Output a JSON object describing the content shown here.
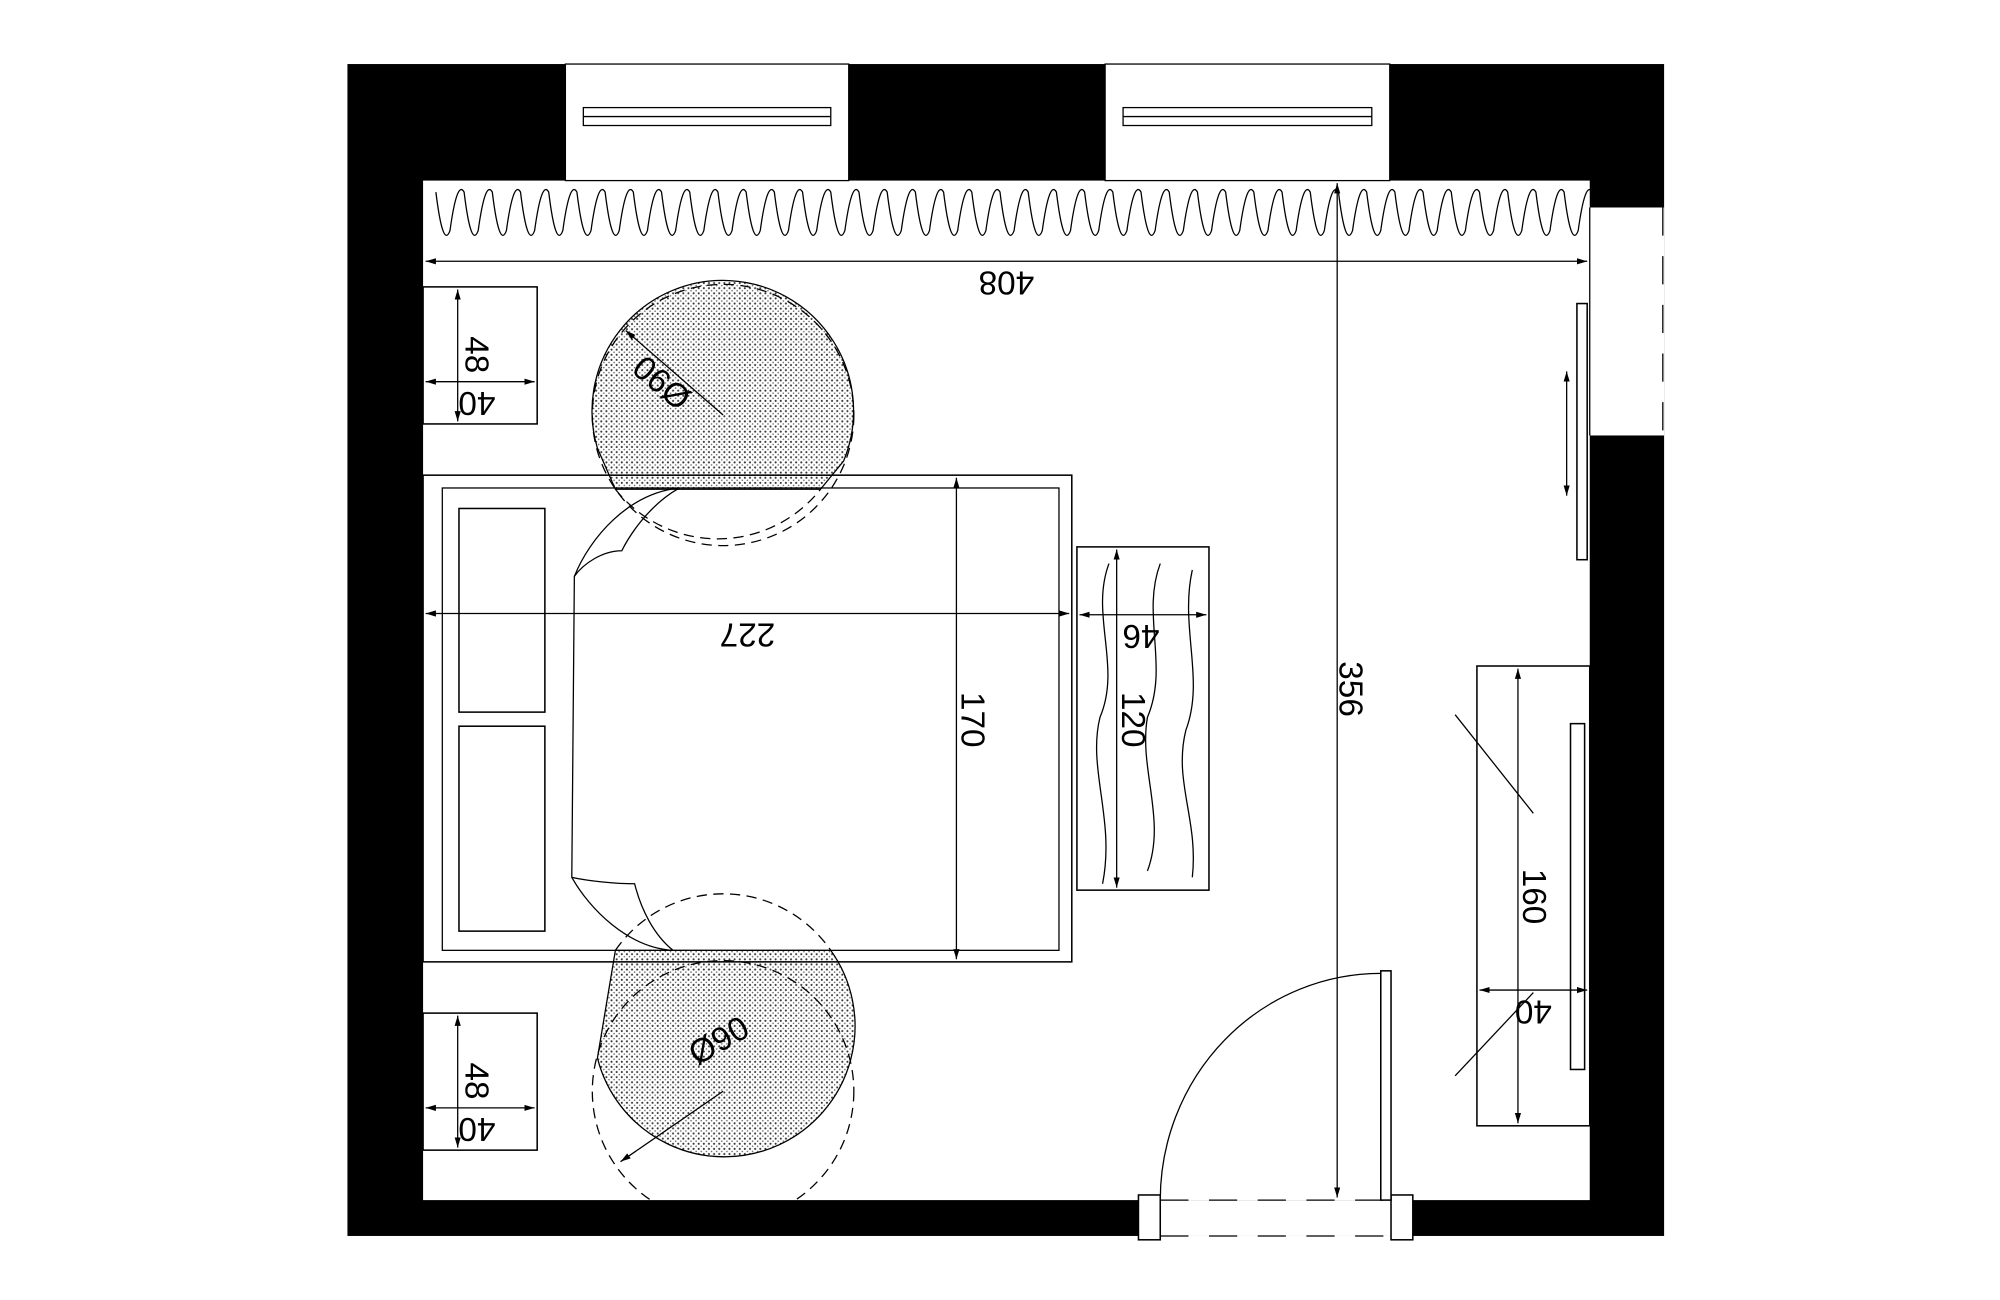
{
  "colors": {
    "wall": "#000000",
    "background": "#ffffff",
    "rug_fill": "#bbbbbb"
  },
  "dimensions": {
    "room_width": "408",
    "room_depth": "356",
    "bed_length": "227",
    "bed_width": "170",
    "bench_depth": "46",
    "bench_length": "120",
    "nightstand_top_depth": "48",
    "nightstand_top_width": "40",
    "nightstand_bottom_depth": "48",
    "nightstand_bottom_width": "40",
    "rug_top_diameter": "Ø90",
    "rug_bottom_diameter": "Ø90",
    "wardrobe_length": "160",
    "wardrobe_depth": "40"
  }
}
